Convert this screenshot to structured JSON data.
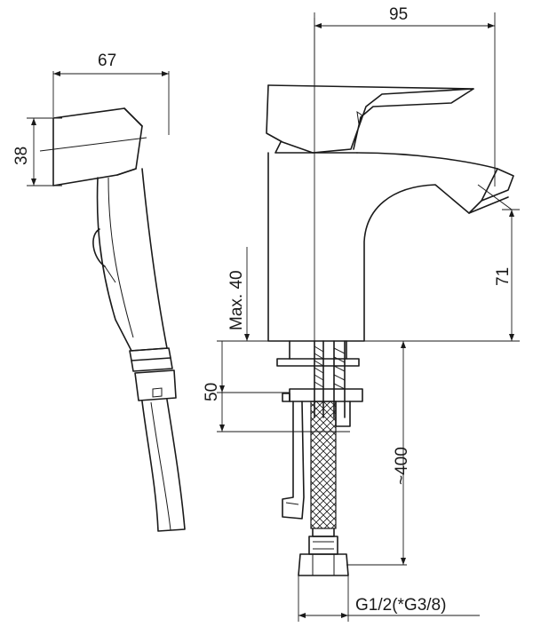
{
  "dimensions": {
    "width_95": "95",
    "width_67": "67",
    "height_38": "38",
    "max_40": "Max. 40",
    "height_71": "71",
    "height_50": "50",
    "hose_400": "~400",
    "thread": "G1/2(*G3/8)"
  }
}
